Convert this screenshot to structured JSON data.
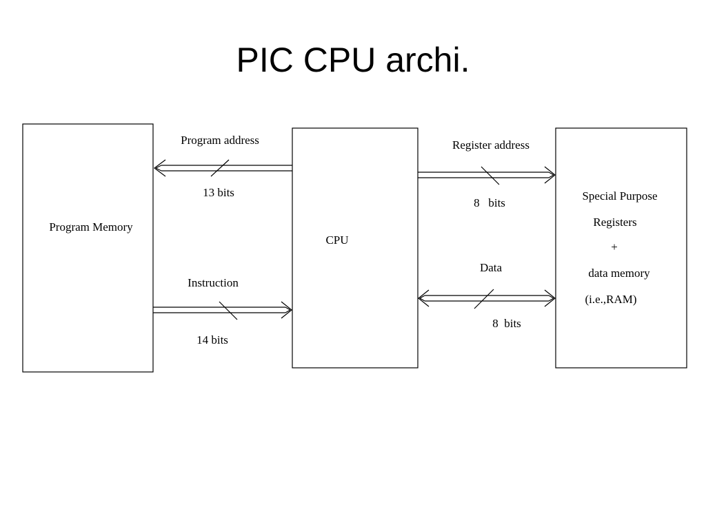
{
  "slide": {
    "title": "PIC CPU archi."
  },
  "diagram": {
    "blocks": {
      "program_memory": "Program Memory",
      "cpu": "CPU",
      "registers": {
        "line1": "Special Purpose",
        "line2": "Registers",
        "line3": "+",
        "line4": "data memory",
        "line5": "(i.e.,RAM)"
      }
    },
    "buses": {
      "program_address": {
        "label": "Program address",
        "width": "13 bits"
      },
      "instruction": {
        "label": "Instruction",
        "width": "14 bits"
      },
      "register_address": {
        "label": "Register address",
        "width": "8   bits"
      },
      "data": {
        "label": "Data",
        "width": "8  bits"
      }
    }
  }
}
